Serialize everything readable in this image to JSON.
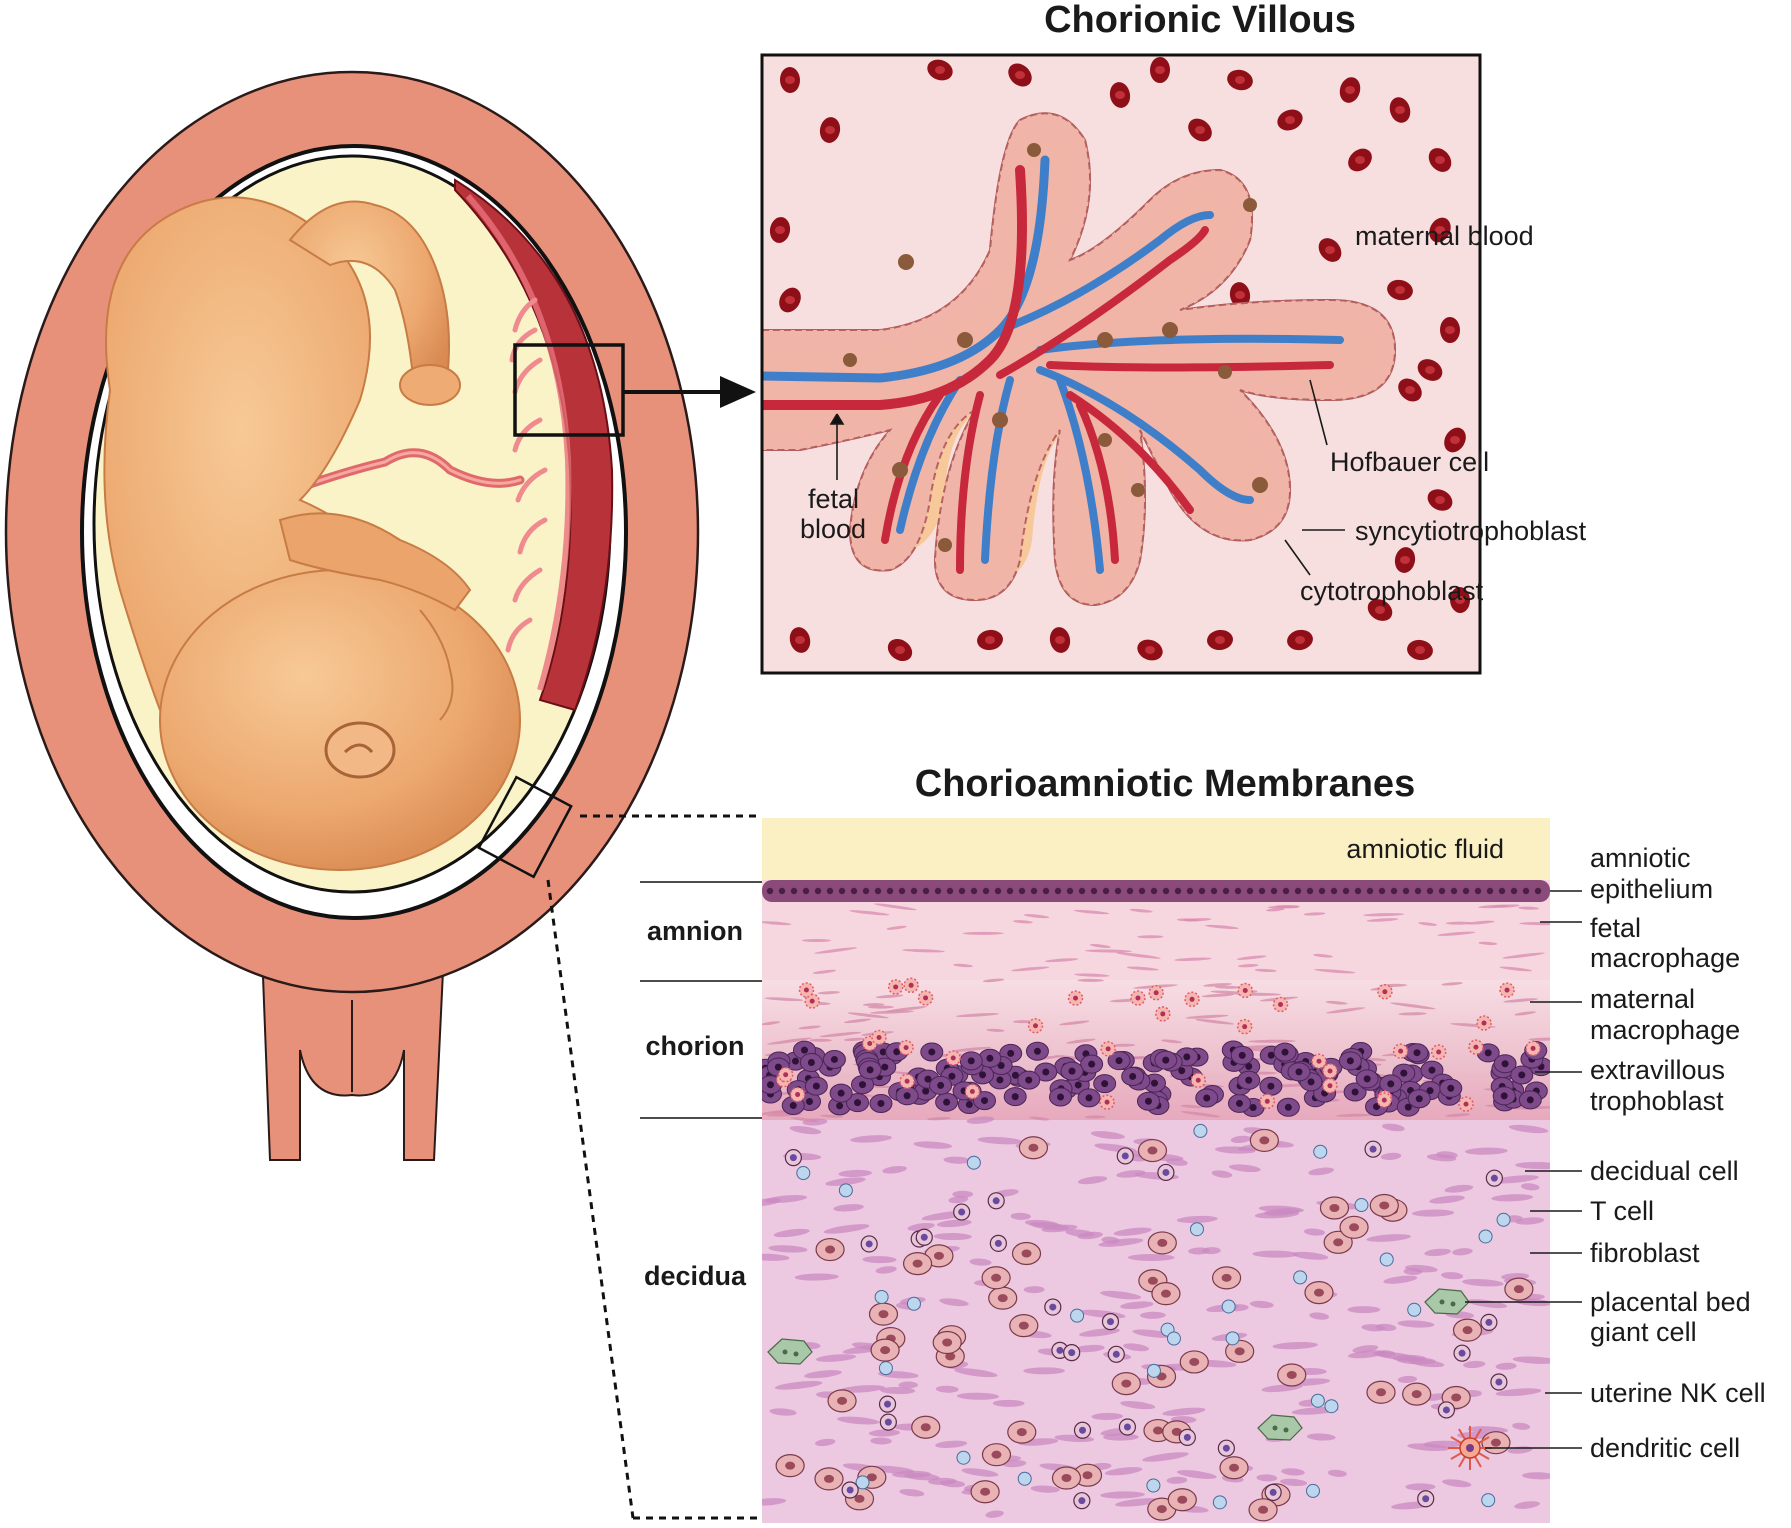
{
  "titles": {
    "villous": "Chorionic Villous",
    "membranes": "Chorioamniotic Membranes"
  },
  "villous_labels": {
    "maternal_blood": "maternal blood",
    "fetal_blood_line1": "fetal",
    "fetal_blood_line2": "blood",
    "hofbauer_cell": "Hofbauer cell",
    "syncytiotrophoblast": "syncytiotrophoblast",
    "cytotrophoblast": "cytotrophoblast"
  },
  "layers": {
    "amnion": "amnion",
    "chorion": "chorion",
    "decidua": "decidua"
  },
  "membrane_labels": {
    "amniotic_fluid": "amniotic fluid",
    "amniotic_epithelium_1": "amniotic",
    "amniotic_epithelium_2": "epithelium",
    "fetal_macrophage_1": "fetal",
    "fetal_macrophage_2": "macrophage",
    "maternal_macrophage_1": "maternal",
    "maternal_macrophage_2": "macrophage",
    "extravillous_trophoblast_1": "extravillous",
    "extravillous_trophoblast_2": "trophoblast",
    "decidual_cell": "decidual cell",
    "t_cell": "T cell",
    "fibroblast": "fibroblast",
    "placental_bed_giant_cell_1": "placental bed",
    "placental_bed_giant_cell_2": "giant cell",
    "uterine_nk_cell": "uterine NK cell",
    "dendritic_cell": "dendritic cell"
  },
  "colors": {
    "uterus_wall": "#e8917a",
    "amniotic_fluid": "#fbf3c8",
    "placenta": "#b8323a",
    "fetus_skin": "#f0b27a",
    "villous_bg": "#f7dfe0",
    "rbc": "#8e0f18",
    "fetal_artery": "#c8283c",
    "fetal_vein": "#3f7fc9",
    "villous_core": "#f6c89a",
    "trophoblast": "#f0b5a8",
    "amnion_stroma": "#f4cfd8",
    "chorion_stroma": "#efc4d3",
    "decidua_stroma": "#ecc6e0",
    "epithelium": "#8a4a7a",
    "ev_trophoblast": "#7e4a8a"
  },
  "icons": [
    "magnify-box",
    "arrow-right-icon",
    "dashed-zoom-lines"
  ]
}
